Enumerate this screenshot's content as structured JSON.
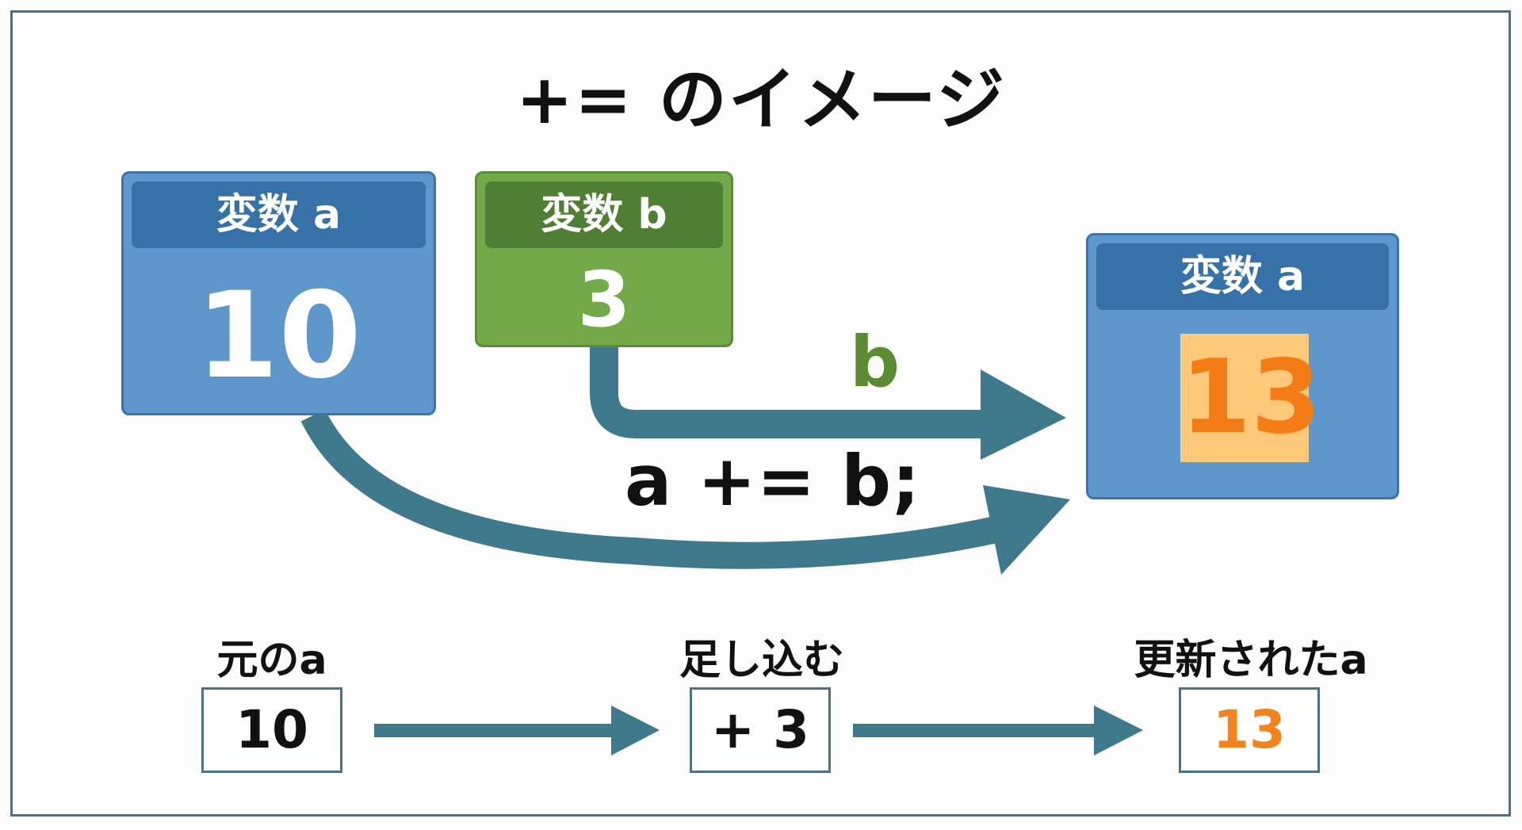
{
  "title": "+= のイメージ",
  "colors": {
    "frame": "#4d7186",
    "arrow": "#3f7a8c",
    "blue_box": "#5d97cc",
    "blue_header": "#3672a8",
    "green_box": "#72aa4a",
    "green_header": "#4f7f34",
    "result_bg": "#fdc87a",
    "result_text": "#f47c16"
  },
  "diagram": {
    "var_a": {
      "label": "変数 a",
      "value": "10"
    },
    "var_b": {
      "label": "変数 b",
      "value": "3"
    },
    "var_a_result": {
      "label": "変数 a",
      "value": "13"
    },
    "arrow_label_b": "b",
    "code": "a += b;"
  },
  "steps": [
    {
      "label": "元のa",
      "value": "10"
    },
    {
      "label": "足し込む",
      "value": "+ 3"
    },
    {
      "label": "更新されたa",
      "value": "13"
    }
  ],
  "icons": [
    "arrow-right-icon"
  ]
}
